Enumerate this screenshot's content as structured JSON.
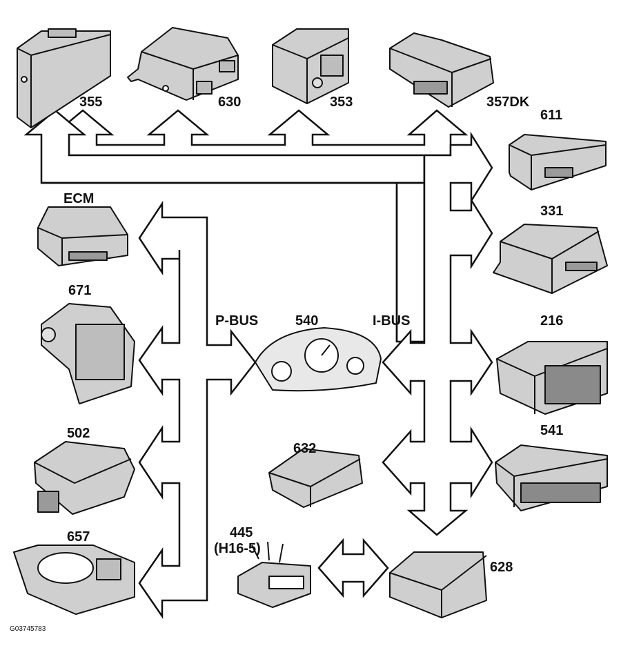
{
  "bus_labels": {
    "p_bus": "P-BUS",
    "i_bus": "I-BUS"
  },
  "modules": {
    "m355": "355",
    "m630": "630",
    "m353": "353",
    "m357dk": "357DK",
    "m611": "611",
    "m331": "331",
    "m216": "216",
    "m541": "541",
    "m628": "628",
    "m632": "632",
    "m540": "540",
    "ecm": "ECM",
    "m671": "671",
    "m502": "502",
    "m657": "657",
    "m445": "445",
    "m445_sub": "(H16-5)"
  },
  "figure_id": "G03745783",
  "colors": {
    "module_fill": "#cfcfcf",
    "module_dark": "#9a9a9a",
    "stroke": "#111111",
    "arrow_fill": "#ffffff"
  }
}
